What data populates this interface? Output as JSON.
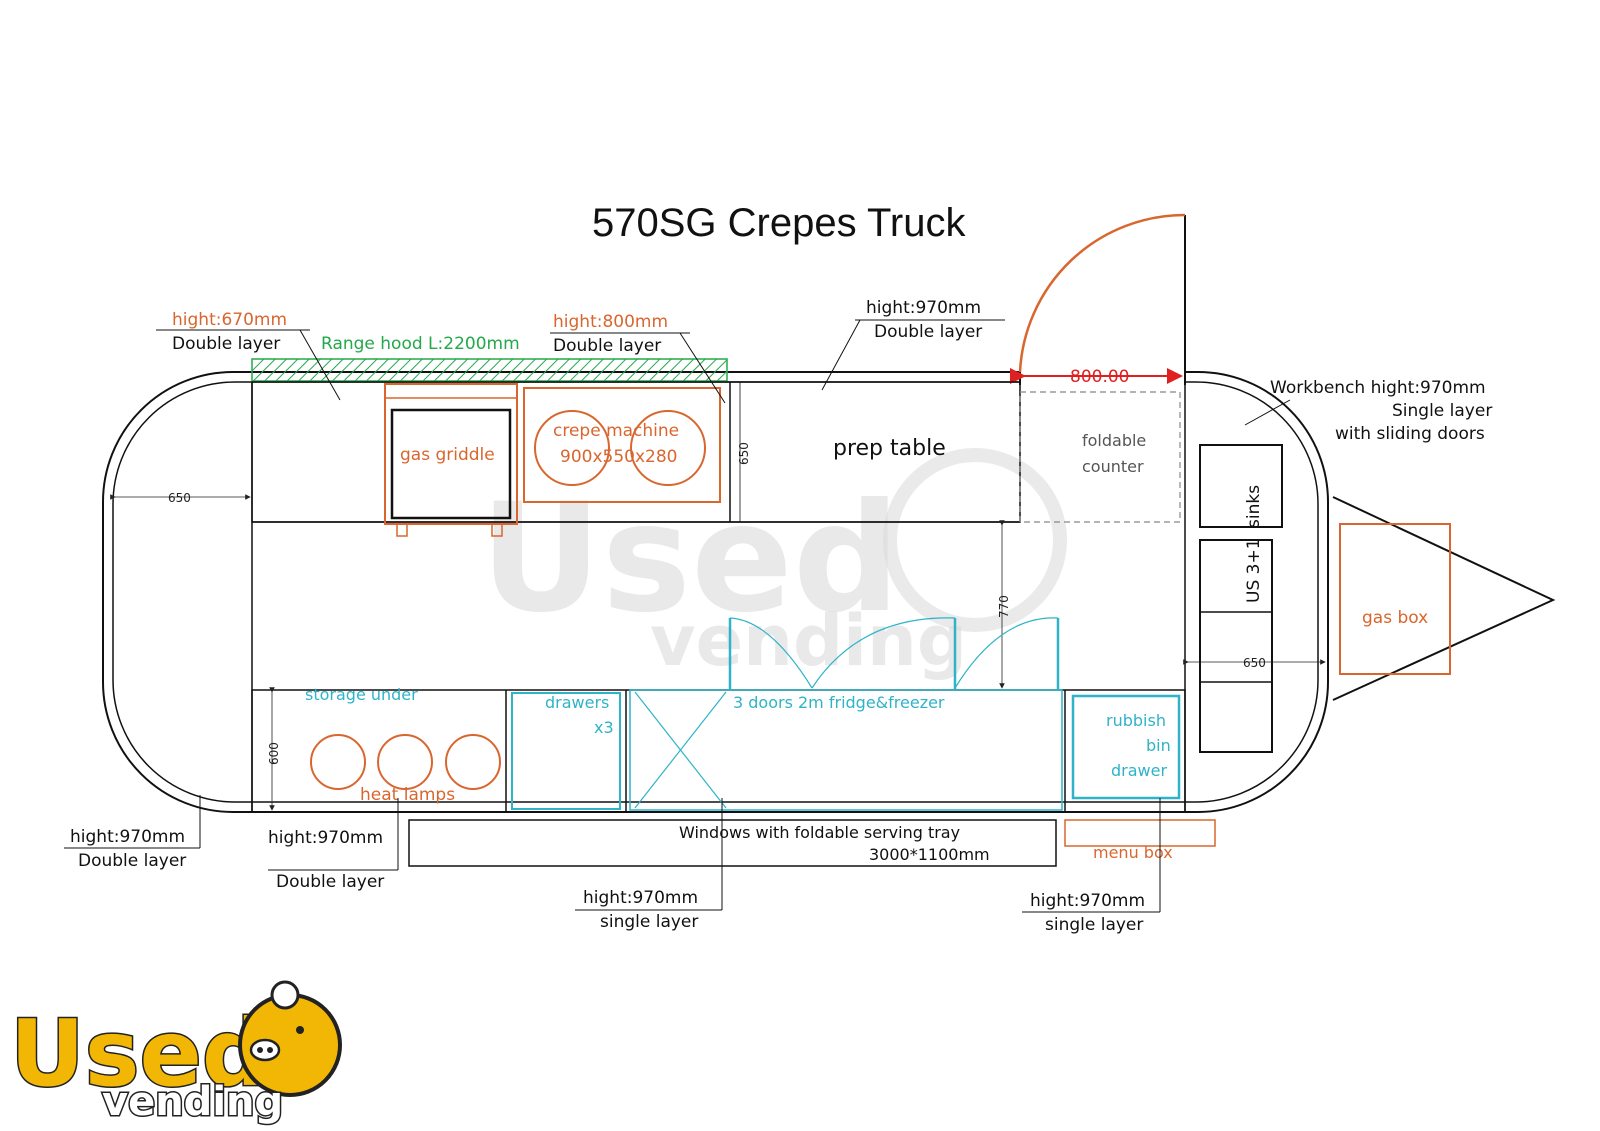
{
  "title": "570SG Crepes Truck",
  "labels": {
    "range_hood": "Range hood L:2200mm",
    "griddle_height": "hight:670mm",
    "griddle_layer": "Double layer",
    "crepe_height": "hight:800mm",
    "crepe_layer": "Double layer",
    "prep_height": "hight:970mm",
    "prep_layer": "Double layer",
    "door_width": "800.00",
    "workbench_1": "Workbench hight:970mm",
    "workbench_2": "Single layer",
    "workbench_3": "with sliding doors",
    "gas_griddle": "gas griddle",
    "crepe_machine_1": "crepe machine",
    "crepe_machine_2": "900x550x280",
    "prep_table": "prep table",
    "foldable_1": "foldable",
    "foldable_2": "counter",
    "sinks_1": "sinks",
    "sinks_2": "US 3+1",
    "gas_box": "gas box",
    "storage_under": "storage under",
    "heat_lamps": "heat lamps",
    "drawers_1": "drawers",
    "drawers_2": "x3",
    "fridge": "3 doors 2m fridge&freezer",
    "rubbish_1": "rubbish",
    "rubbish_2": "bin",
    "rubbish_3": "drawer",
    "windows_1": "Windows with foldable serving tray",
    "windows_2": "3000*1100mm",
    "menu_box": "menu box",
    "bl_height": "hight:970mm",
    "bl_layer": "Double layer",
    "lamps_height": "hight:970mm",
    "lamps_layer": "Double layer",
    "drawers_height": "hight:970mm",
    "drawers_layer": "single layer",
    "rubbish_height": "hight:970mm",
    "rubbish_layer": "single layer"
  },
  "dimensions": {
    "left_depth": "650",
    "counter_depth": "650",
    "aisle": "770",
    "lower_depth": "600",
    "sink_depth": "650"
  },
  "watermark": {
    "word": "Used",
    "sub": "vending"
  },
  "logo": {
    "word": "Used",
    "sub": "vending"
  },
  "colors": {
    "outline": "#111111",
    "equipment": "#d9662e",
    "hood": "#23a84a",
    "cabinet": "#2fb3c8",
    "dimension_arrow": "#e02020",
    "logo_yellow": "#f2b705"
  }
}
